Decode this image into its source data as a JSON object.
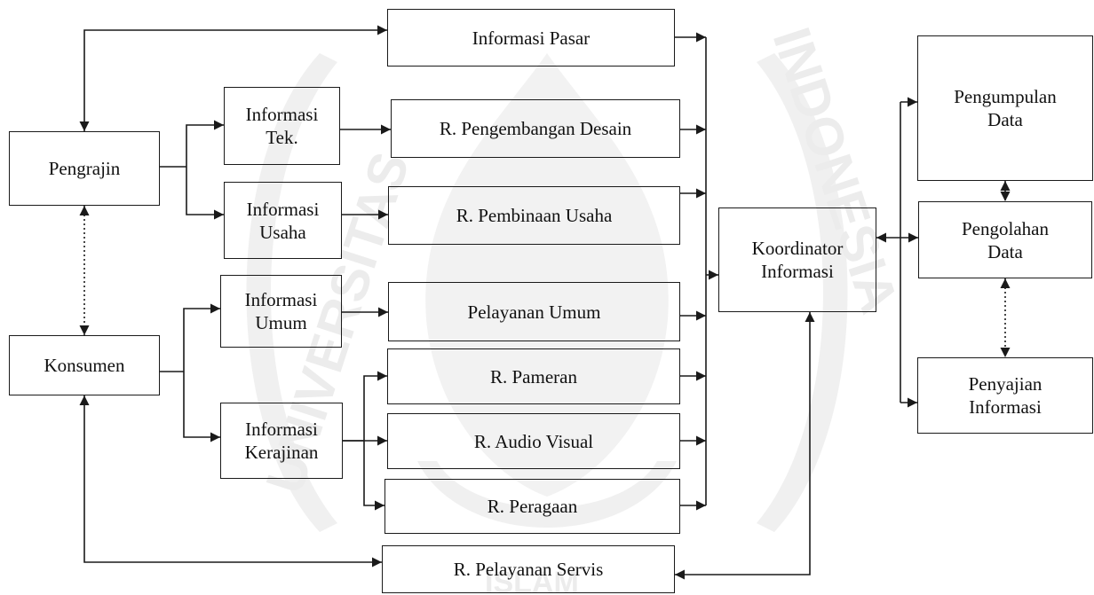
{
  "colors": {
    "line": "#1a1a1a",
    "watermark": "#ececec"
  },
  "watermark": {
    "left_text": "UNIVERSITAS",
    "right_text": "INDONESIA",
    "bottom_text": "ISLAM"
  },
  "nodes": {
    "pengrajin": "Pengrajin",
    "konsumen": "Konsumen",
    "info_tek": "Informasi\nTek.",
    "info_usaha": "Informasi\nUsaha",
    "info_umum": "Informasi\nUmum",
    "info_kerajinan": "Informasi\nKerajinan",
    "info_pasar": "Informasi Pasar",
    "r_pengembangan": "R. Pengembangan Desain",
    "r_pembinaan": "R. Pembinaan Usaha",
    "pelayanan_umum": "Pelayanan Umum",
    "r_pameran": "R. Pameran",
    "r_audio": "R. Audio Visual",
    "r_peragaan": "R. Peragaan",
    "r_servis": "R. Pelayanan Servis",
    "koordinator": "Koordinator\nInformasi",
    "pengumpulan": "Pengumpulan\nData",
    "pengolahan": "Pengolahan\nData",
    "penyajian": "Penyajian\nInformasi"
  }
}
